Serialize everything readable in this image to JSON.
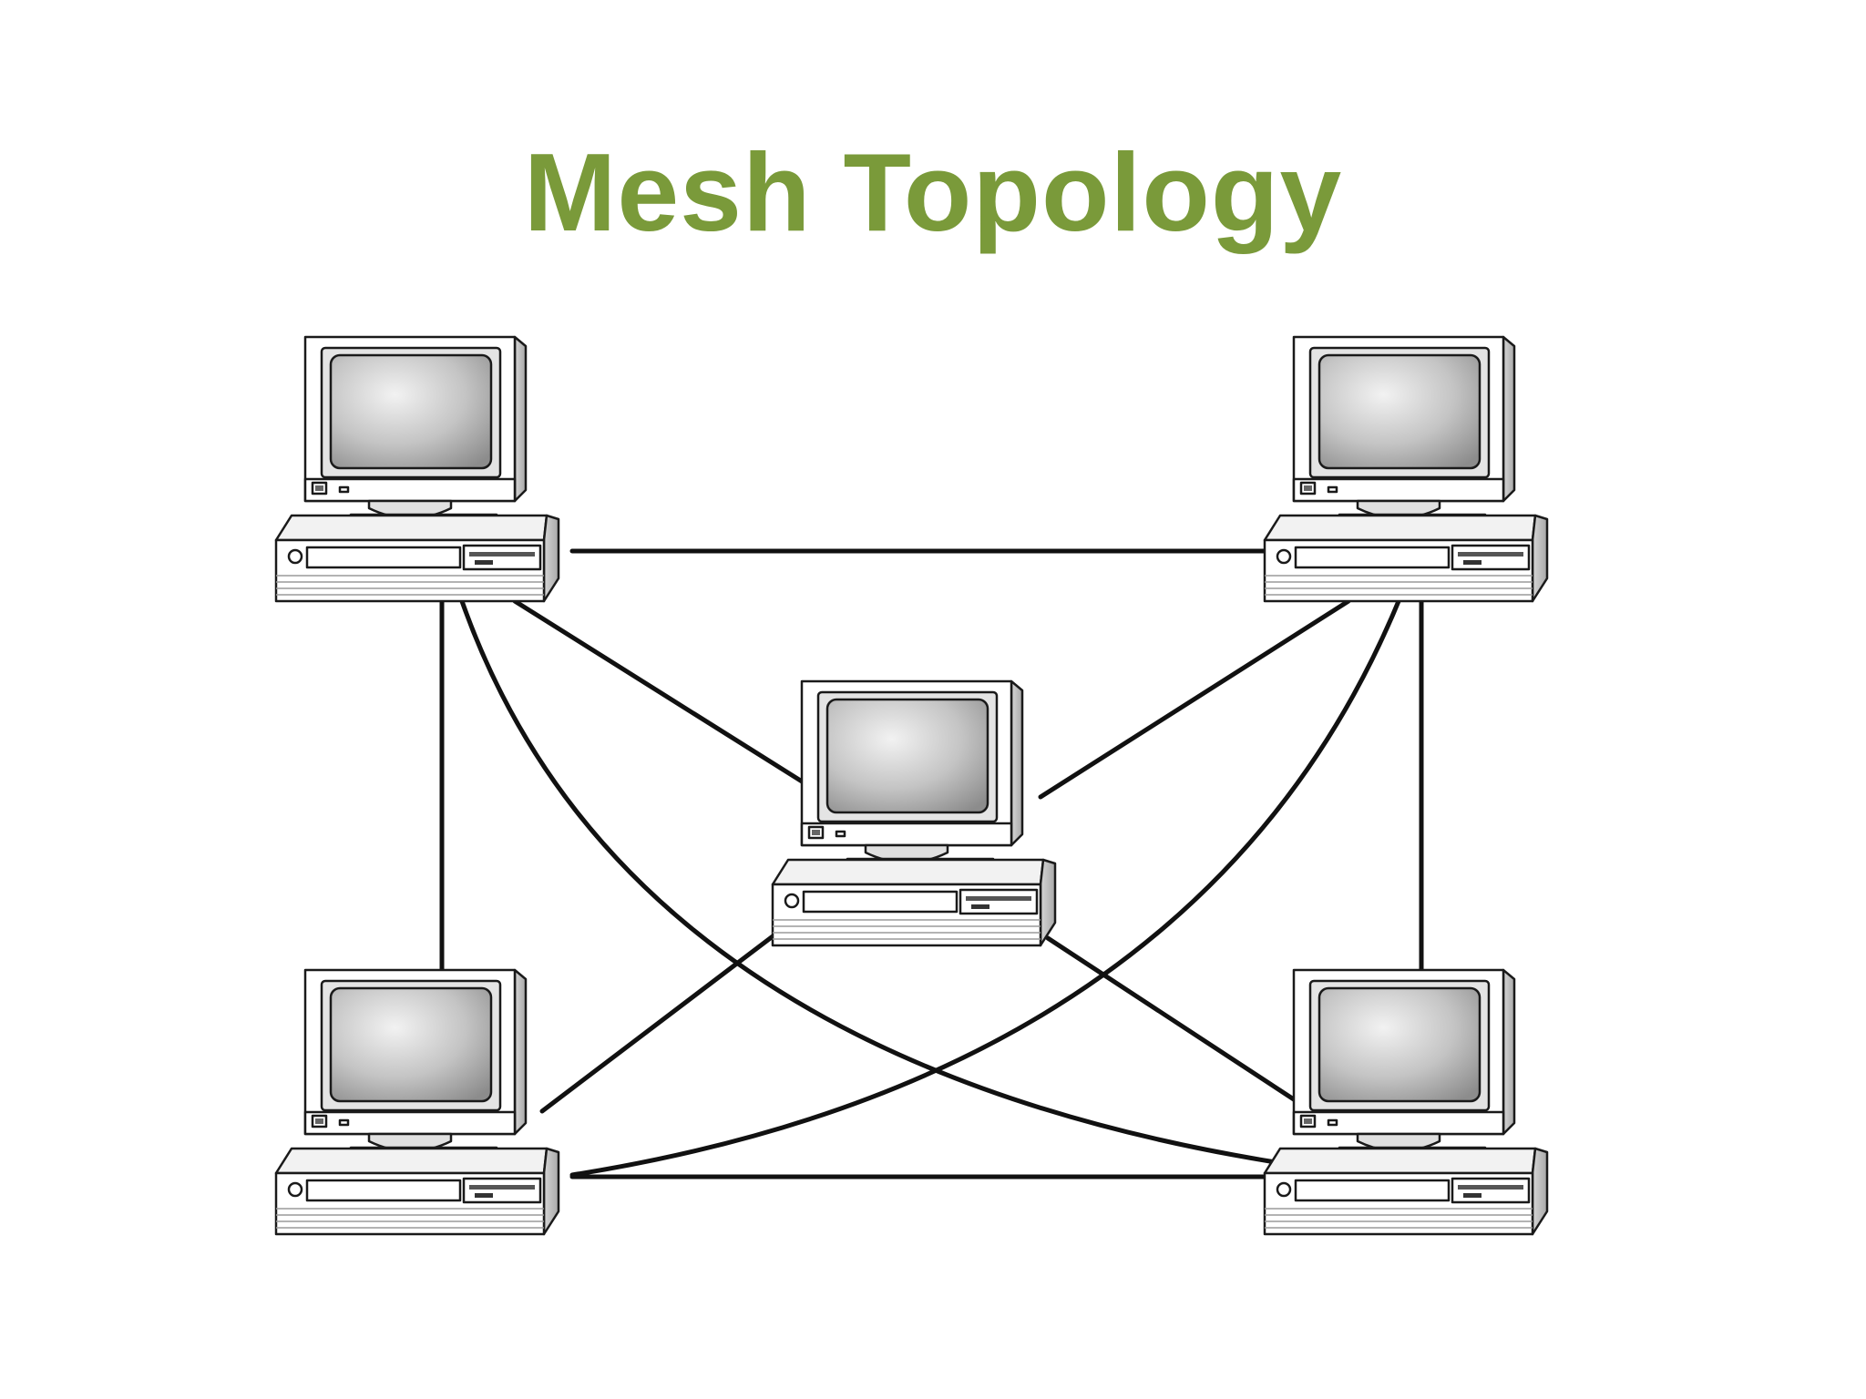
{
  "title": "Mesh Topology",
  "colors": {
    "title": "#7a9a3a",
    "link": "#111111",
    "outline": "#1a1a1a",
    "case": "#ffffff",
    "bezel": "#e4e4e4",
    "screen": "#b8b8b8"
  },
  "nodes": [
    {
      "id": "top-left"
    },
    {
      "id": "top-right"
    },
    {
      "id": "center"
    },
    {
      "id": "bottom-left"
    },
    {
      "id": "bottom-right"
    }
  ],
  "links": [
    {
      "from": "top-left",
      "to": "top-right"
    },
    {
      "from": "top-left",
      "to": "bottom-left"
    },
    {
      "from": "top-left",
      "to": "center"
    },
    {
      "from": "top-left",
      "to": "bottom-right"
    },
    {
      "from": "top-right",
      "to": "bottom-right"
    },
    {
      "from": "top-right",
      "to": "center"
    },
    {
      "from": "top-right",
      "to": "bottom-left"
    },
    {
      "from": "center",
      "to": "bottom-left"
    },
    {
      "from": "center",
      "to": "bottom-right"
    },
    {
      "from": "bottom-left",
      "to": "bottom-right"
    }
  ]
}
